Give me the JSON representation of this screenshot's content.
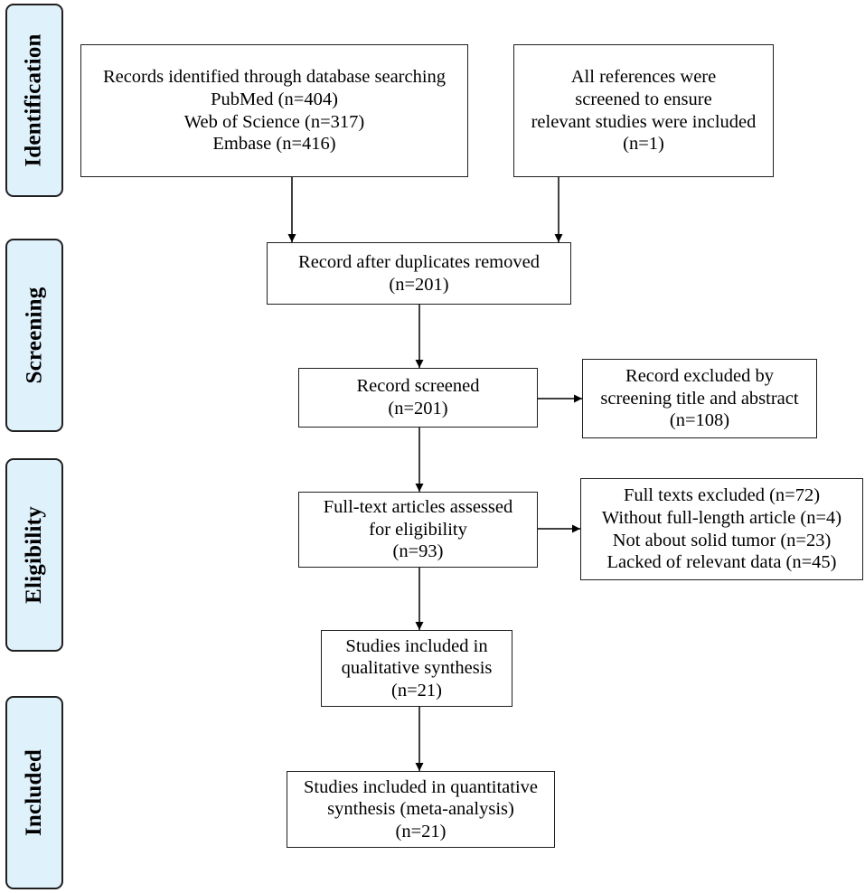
{
  "stages": {
    "identification": "Identification",
    "screening": "Screening",
    "eligibility": "Eligibility",
    "included": "Included"
  },
  "boxes": {
    "database_search": [
      "Records identified through database searching",
      "PubMed (n=404)",
      "Web of Science (n=317)",
      "Embase (n=416)"
    ],
    "references": [
      "All references were",
      "screened to ensure",
      "relevant studies were included",
      "(n=1)"
    ],
    "duplicates_removed": [
      "Record after duplicates removed",
      "(n=201)"
    ],
    "screened": [
      "Record screened",
      "(n=201)"
    ],
    "excluded_title_abstract": [
      "Record excluded by",
      "screening title and abstract",
      "(n=108)"
    ],
    "fulltext_assessed": [
      "Full-text articles assessed",
      "for eligibility",
      "(n=93)"
    ],
    "fulltext_excluded": [
      "Full texts excluded (n=72)",
      "Without full-length article (n=4)",
      "Not about solid tumor (n=23)",
      "Lacked of relevant data (n=45)"
    ],
    "qualitative": [
      "Studies included in",
      "qualitative synthesis",
      "(n=21)"
    ],
    "quantitative": [
      "Studies included in quantitative",
      "synthesis (meta-analysis)",
      "(n=21)"
    ]
  }
}
